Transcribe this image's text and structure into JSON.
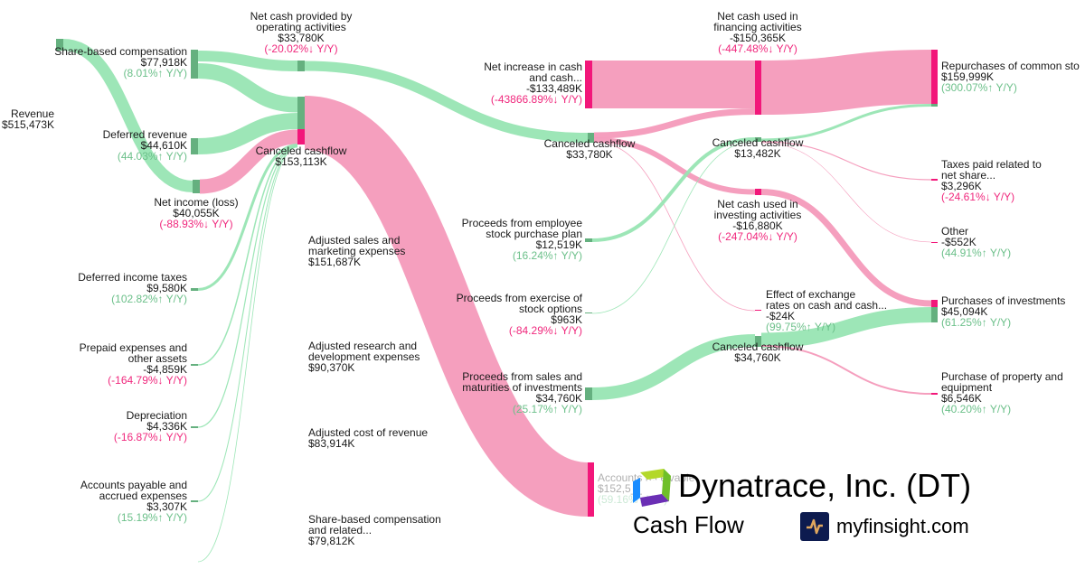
{
  "chart_data": {
    "type": "sankey",
    "title": "Dynatrace, Inc. (DT)",
    "subtitle": "Cash Flow",
    "nodes": [
      {
        "id": "revenue",
        "name": "Revenue",
        "value": "$515,473K"
      },
      {
        "id": "sbc",
        "name": "Share-based compensation",
        "value": "$77,918K",
        "yoy": "(8.01%↑ Y/Y)",
        "dir": "up"
      },
      {
        "id": "deferred_rev",
        "name": "Deferred revenue",
        "value": "$44,610K",
        "yoy": "(44.03%↑ Y/Y)",
        "dir": "up"
      },
      {
        "id": "net_income",
        "name": "Net income (loss)",
        "value": "$40,055K",
        "yoy": "(-88.93%↓ Y/Y)",
        "dir": "down"
      },
      {
        "id": "deferred_tax",
        "name": "Deferred income taxes",
        "value": "$9,580K",
        "yoy": "(102.82%↑ Y/Y)",
        "dir": "up"
      },
      {
        "id": "prepaid",
        "name": "Prepaid expenses and\nother assets",
        "value": "-$4,859K",
        "yoy": "(-164.79%↓ Y/Y)",
        "dir": "down"
      },
      {
        "id": "depreciation",
        "name": "Depreciation",
        "value": "$4,336K",
        "yoy": "(-16.87%↓ Y/Y)",
        "dir": "down"
      },
      {
        "id": "ap",
        "name": "Accounts payable and\naccrued expenses",
        "value": "$3,307K",
        "yoy": "(15.19%↑ Y/Y)",
        "dir": "up"
      },
      {
        "id": "op",
        "name": "Net cash provided by\noperating activities",
        "value": "$33,780K",
        "yoy": "(-20.02%↓ Y/Y)",
        "dir": "down"
      },
      {
        "id": "canc1",
        "name": "Canceled cashflow",
        "value": "$153,113K"
      },
      {
        "id": "adj_sales",
        "name": "Adjusted sales and\nmarketing expenses",
        "value": "$151,687K"
      },
      {
        "id": "adj_rd",
        "name": "Adjusted research and\ndevelopment expenses",
        "value": "$90,370K"
      },
      {
        "id": "adj_cost",
        "name": "Adjusted cost of revenue",
        "value": "$83,914K"
      },
      {
        "id": "adj_sbc",
        "name": "Share-based compensation\nand related...",
        "value": "$79,812K"
      },
      {
        "id": "net_increase",
        "name": "Net increase in cash\nand cash...",
        "value": "-$133,489K",
        "yoy": "(-43866.89%↓ Y/Y)",
        "dir": "down"
      },
      {
        "id": "canc2",
        "name": "Canceled cashflow",
        "value": "$33,780K"
      },
      {
        "id": "espp",
        "name": "Proceeds from employee\nstock purchase plan",
        "value": "$12,519K",
        "yoy": "(16.24%↑ Y/Y)",
        "dir": "up"
      },
      {
        "id": "exercise",
        "name": "Proceeds from exercise of\nstock options",
        "value": "$963K",
        "yoy": "(-84.29%↓ Y/Y)",
        "dir": "down"
      },
      {
        "id": "sales_mat",
        "name": "Proceeds from sales and\nmaturities of investments",
        "value": "$34,760K",
        "yoy": "(25.17%↑ Y/Y)",
        "dir": "up"
      },
      {
        "id": "ar",
        "name": "Accounts receivable",
        "value": "$152,5__K",
        "yoy": "(59.16%↑ Y/Y)",
        "dir": "up"
      },
      {
        "id": "financing",
        "name": "Net cash used in\nfinancing activities",
        "value": "-$150,365K",
        "yoy": "(-447.48%↓ Y/Y)",
        "dir": "down"
      },
      {
        "id": "canc3",
        "name": "Canceled cashflow",
        "value": "$13,482K"
      },
      {
        "id": "investing",
        "name": "Net cash used in\ninvesting activities",
        "value": "-$16,880K",
        "yoy": "(-247.04%↓ Y/Y)",
        "dir": "down"
      },
      {
        "id": "exchange",
        "name": "Effect of exchange\nrates on cash and cash...",
        "value": "-$24K",
        "yoy": "(99.75%↑ Y/Y)",
        "dir": "up"
      },
      {
        "id": "canc4",
        "name": "Canceled cashflow",
        "value": "$34,760K"
      },
      {
        "id": "repurchases",
        "name": "Repurchases of common sto",
        "value": "$159,999K",
        "yoy": "(300.07%↑ Y/Y)",
        "dir": "up"
      },
      {
        "id": "taxes",
        "name": "Taxes paid related to\nnet share...",
        "value": "$3,296K",
        "yoy": "(-24.61%↓ Y/Y)",
        "dir": "down"
      },
      {
        "id": "other",
        "name": "Other",
        "value": "-$552K",
        "yoy": "(44.91%↑ Y/Y)",
        "dir": "up"
      },
      {
        "id": "purch_inv",
        "name": "Purchases of investments",
        "value": "$45,094K",
        "yoy": "(61.25%↑ Y/Y)",
        "dir": "up"
      },
      {
        "id": "property",
        "name": "Purchase of property and\nequipment",
        "value": "$6,546K",
        "yoy": "(40.20%↑ Y/Y)",
        "dir": "up"
      }
    ],
    "links": [
      {
        "source": "revenue",
        "target": "net_income",
        "value": 40055,
        "kind": "positive"
      },
      {
        "source": "sbc",
        "target": "op",
        "value": 33780,
        "kind": "positive"
      },
      {
        "source": "sbc",
        "target": "canc1",
        "value": 44138,
        "kind": "positive"
      },
      {
        "source": "deferred_rev",
        "target": "canc1",
        "value": 44610,
        "kind": "positive"
      },
      {
        "source": "net_income",
        "target": "canc1",
        "value": 40055,
        "kind": "negative"
      },
      {
        "source": "deferred_tax",
        "target": "canc1",
        "value": 9580,
        "kind": "positive"
      },
      {
        "source": "prepaid",
        "target": "canc1",
        "value": 4859,
        "kind": "positive"
      },
      {
        "source": "depreciation",
        "target": "canc1",
        "value": 4336,
        "kind": "positive"
      },
      {
        "source": "ap",
        "target": "canc1",
        "value": 3307,
        "kind": "positive"
      },
      {
        "source": "other_operating",
        "target": "canc1",
        "value": 1000,
        "kind": "positive"
      },
      {
        "source": "canc1",
        "target": "ar",
        "value": 152500,
        "kind": "negative"
      },
      {
        "source": "op",
        "target": "canc2",
        "value": 33780,
        "kind": "positive"
      },
      {
        "source": "net_increase",
        "target": "financing",
        "value": 133489,
        "kind": "negative"
      },
      {
        "source": "canc2",
        "target": "financing",
        "value": 16876,
        "kind": "negative"
      },
      {
        "source": "canc2",
        "target": "investing",
        "value": 16880,
        "kind": "negative"
      },
      {
        "source": "canc2",
        "target": "exchange",
        "value": 24,
        "kind": "negative"
      },
      {
        "source": "espp",
        "target": "canc3",
        "value": 12519,
        "kind": "positive"
      },
      {
        "source": "exercise",
        "target": "canc3",
        "value": 963,
        "kind": "positive"
      },
      {
        "source": "sales_mat",
        "target": "canc4",
        "value": 34760,
        "kind": "positive"
      },
      {
        "source": "financing",
        "target": "repurchases",
        "value": 150365,
        "kind": "negative"
      },
      {
        "source": "canc3",
        "target": "repurchases",
        "value": 9634,
        "kind": "positive"
      },
      {
        "source": "canc3",
        "target": "taxes",
        "value": 3296,
        "kind": "negative"
      },
      {
        "source": "canc3",
        "target": "other",
        "value": 552,
        "kind": "negative"
      },
      {
        "source": "investing",
        "target": "purch_inv",
        "value": 16880,
        "kind": "negative"
      },
      {
        "source": "canc4",
        "target": "purch_inv",
        "value": 28214,
        "kind": "positive"
      },
      {
        "source": "canc4",
        "target": "property",
        "value": 6546,
        "kind": "negative"
      }
    ],
    "colors": {
      "positive_link": "#98e5b3",
      "negative_link": "#f49abb",
      "positive_node": "#65b07f",
      "negative_node": "#f2177a"
    }
  },
  "header": {
    "company": "Dynatrace, Inc. (DT)",
    "subtitle": "Cash Flow",
    "brand": "myfinsight.com"
  }
}
